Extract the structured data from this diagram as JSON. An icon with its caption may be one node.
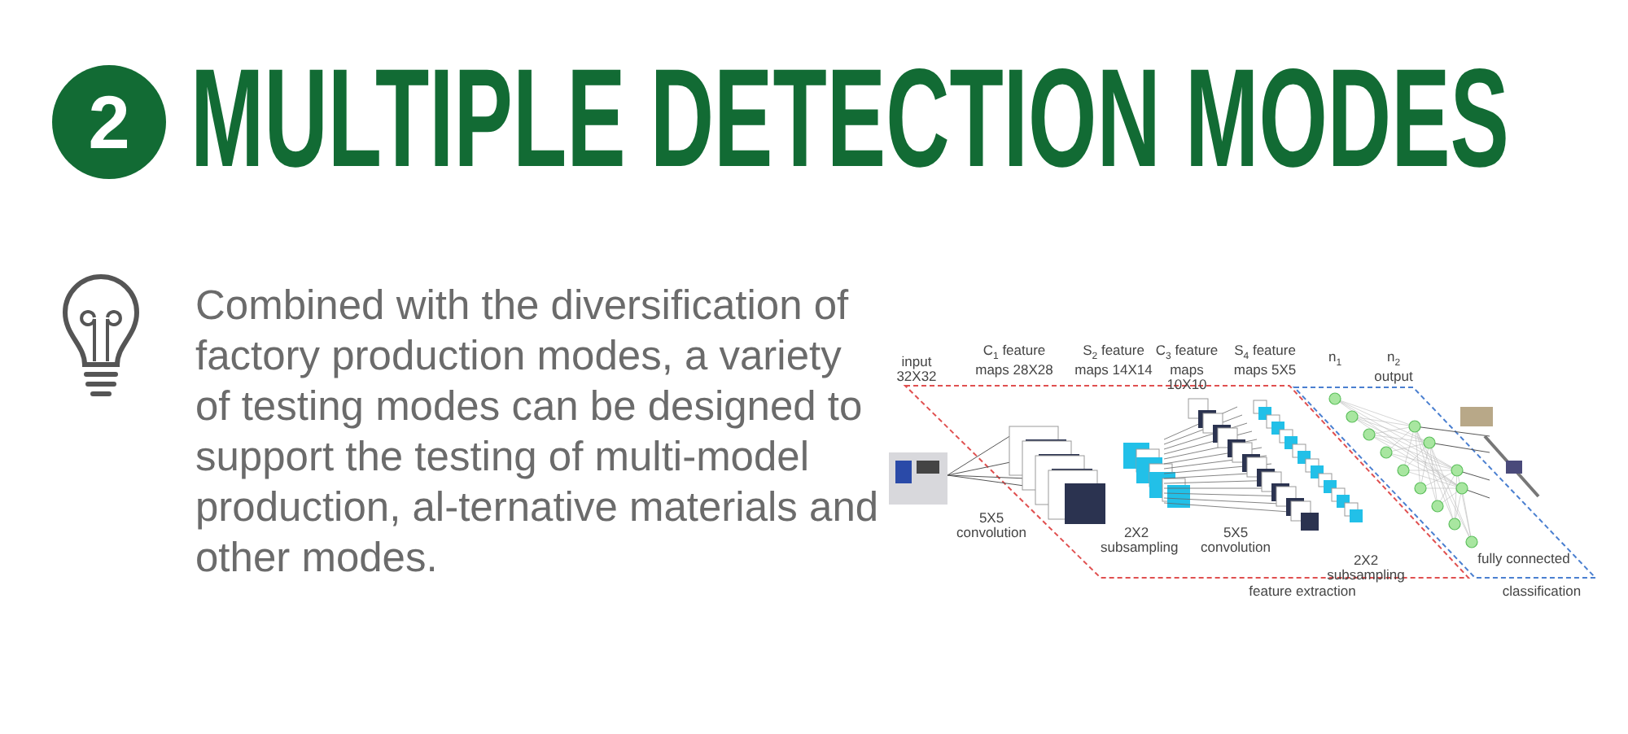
{
  "diagram": {
    "title": "MULTIPLE DETECTION MODES",
    "nodes": [
      {
        "text": [
          "2"
        ]
      }
    ],
    "labels": [
      "Combined with the diversification of factory production modes, a variety of testing modes can be designed to support the testing of multi-model production, al-ternative materials and other modes.",
      "input 32X32",
      "C$_{1}$ feature maps 28X28",
      "S$_{2}$ feature maps 14X14",
      "C$_{3}$ feature maps 10X10",
      "S$_{4}$ feature maps 5X5",
      "n$_{1}$",
      "n$_{2}$ output",
      "5X5 convolution",
      "2X2 subsampling",
      "5X5 convolution",
      "2X2 subsampling",
      "fully connected",
      "feature extraction",
      "classification"
    ]
  }
}
